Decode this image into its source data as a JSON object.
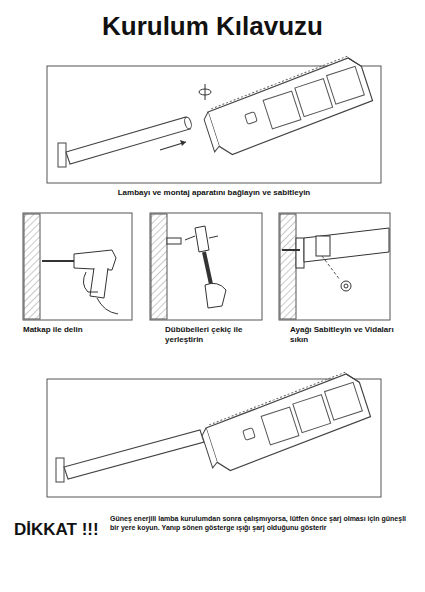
{
  "diagram": {
    "title": "Kurulum Kılavuzu",
    "labels": [
      "Lambayı ve montaj aparatını bağlayın ve sabitleyin",
      "Matkap ile delin",
      "Dübübelleri çekiç ile yerleştirin",
      "Ayağı Sabitleyin ve Vidaları sıkın",
      "DİKKAT !!!",
      "Güneş enerjili lamba kurulumdan sonra çalışmıyorsa, lütfen önce şarj olması için güneşli bir yere koyun. Yanıp sönen gösterge ışığı şarj olduğunu gösterir"
    ]
  }
}
